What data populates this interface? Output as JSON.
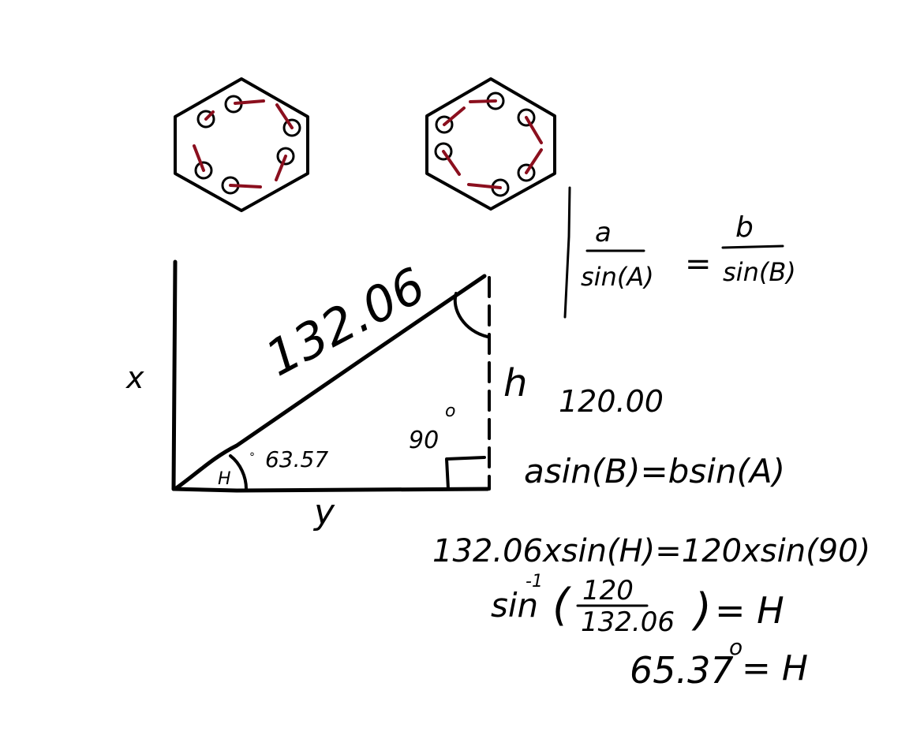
{
  "colors": {
    "ink": "#000000",
    "bond": "#8b0f1e",
    "background": "#ffffff"
  },
  "triangle": {
    "hypotenuse_label": "132.06",
    "left_side_label": "x",
    "bottom_side_label": "y",
    "right_side_label": "h",
    "angle_label": "H",
    "angle_value": "63.57",
    "angle_degree_mark": "°",
    "right_angle_value": "90",
    "right_angle_degree_mark": "o"
  },
  "notes": {
    "h_value": "120.00",
    "law_of_sines": {
      "left_num": "a",
      "left_den": "sin(A)",
      "equals": "=",
      "right_num": "b",
      "right_den": "sin(B)"
    },
    "rearranged": "asin(B)=bsin(A)",
    "substituted": "132.06xsin(H)=120xsin(90)",
    "inverse": {
      "prefix": "sin",
      "exponent": "-1",
      "num": "120",
      "den": "132.06",
      "result": "= H"
    },
    "answer": "65.37",
    "answer_degree_mark": "o",
    "answer_suffix": "= H"
  }
}
